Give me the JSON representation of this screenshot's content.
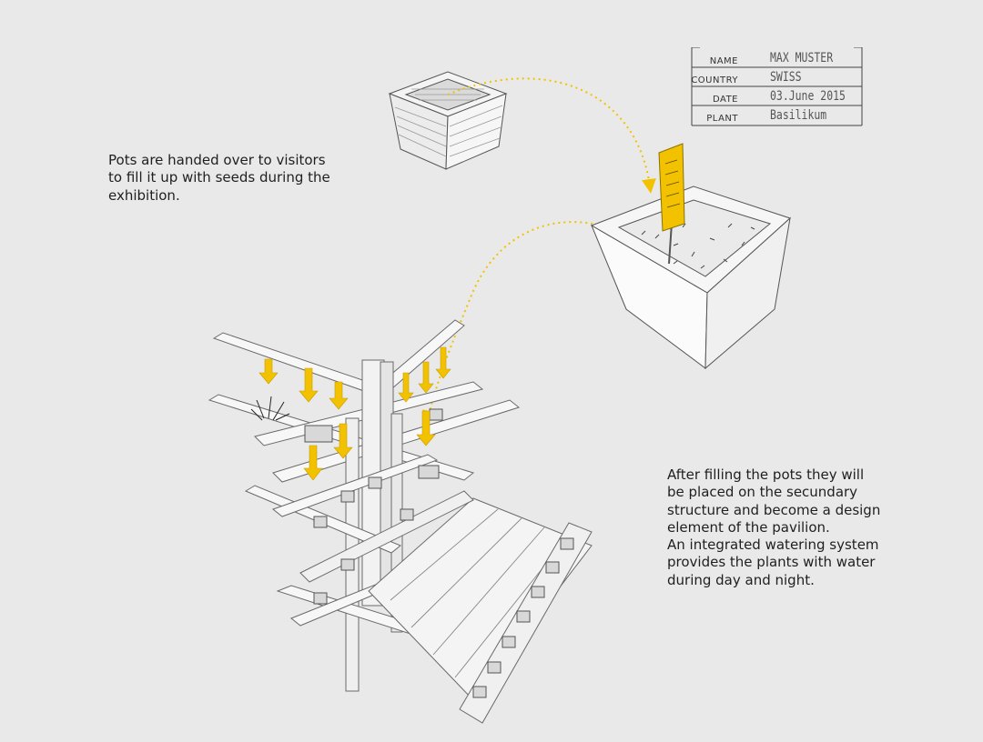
{
  "captions": {
    "top": "Pots are handed over to visitors\nto fill it up with seeds during the\nexhibition.",
    "bottom": "After filling the pots they will\nbe placed on the secundary\nstructure and become a design\nelement of the pavilion.\nAn integrated watering system\nprovides the plants with water\nduring day and night."
  },
  "label_card": {
    "rows": [
      {
        "key": "NAME",
        "value": "MAX MUSTER"
      },
      {
        "key": "COUNTRY",
        "value": "SWISS"
      },
      {
        "key": "DATE",
        "value": "03.June 2015"
      },
      {
        "key": "PLANT",
        "value": "Basilikum"
      }
    ]
  },
  "colors": {
    "background": "#e9e9e9",
    "accent_yellow": "#f2c200",
    "line": "#6a6a6a",
    "surface": "#f7f7f7"
  }
}
